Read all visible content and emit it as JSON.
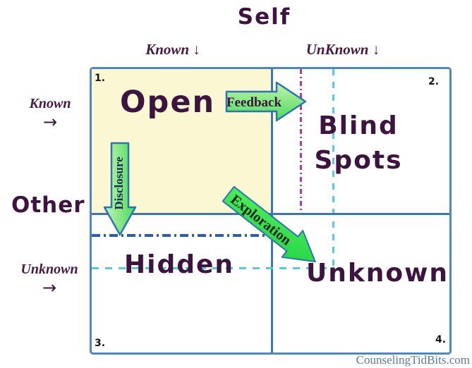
{
  "title": "Self",
  "top_axis": {
    "known": "Known ↓",
    "unknown": "UnKnown ↓"
  },
  "left_axis": {
    "other": "Other",
    "known": "Known",
    "known_arrow": "→",
    "unknown": "Unknown",
    "unknown_arrow": "→"
  },
  "quadrants": [
    {
      "number": "1.",
      "label": "Open"
    },
    {
      "number": "2.",
      "label": "Blind Spots"
    },
    {
      "number": "3.",
      "label": "Hidden"
    },
    {
      "number": "4.",
      "label": "Unknown"
    }
  ],
  "arrows": [
    {
      "label": "Feedback",
      "direction": "right"
    },
    {
      "label": "Disclosure",
      "direction": "down"
    },
    {
      "label": "Exploration",
      "direction": "down-right"
    }
  ],
  "footer": {
    "credit": "CounselingTidBits.com"
  },
  "colors": {
    "heading_purple": "#3d1440",
    "grid_border_blue": "#4e88c4",
    "open_quadrant_yellow": "#faf7d2",
    "magenta_dashdot": "#b53aa0",
    "cyan_dashed": "#5bc8e2",
    "navy_dashdot": "#2b5fad",
    "arrow_green_light": "#b7f0a0",
    "arrow_green": "#46de58",
    "arrow_outline_blue": "#2e74b5",
    "footer_gray_blue": "#64779c"
  }
}
